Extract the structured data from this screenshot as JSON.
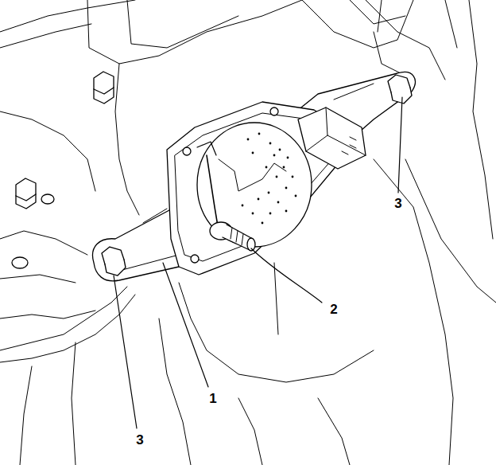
{
  "diagram": {
    "labels": [
      "3",
      "2",
      "1",
      "3"
    ]
  }
}
